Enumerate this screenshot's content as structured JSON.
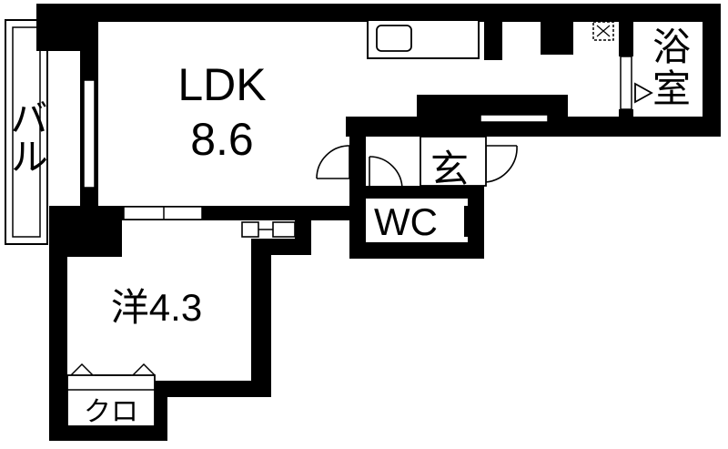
{
  "floorplan": {
    "rooms": {
      "ldk": {
        "name": "LDK",
        "size": "8.6"
      },
      "western": {
        "label": "洋4.3"
      },
      "balcony": {
        "label": "バル"
      },
      "bath": {
        "label_top": "浴",
        "label_bottom": "室"
      },
      "entrance": {
        "label": "玄"
      },
      "toilet": {
        "label": "WC"
      },
      "closet": {
        "label": "クロ"
      }
    },
    "colors": {
      "wall": "#000000",
      "floor": "#ffffff"
    }
  }
}
